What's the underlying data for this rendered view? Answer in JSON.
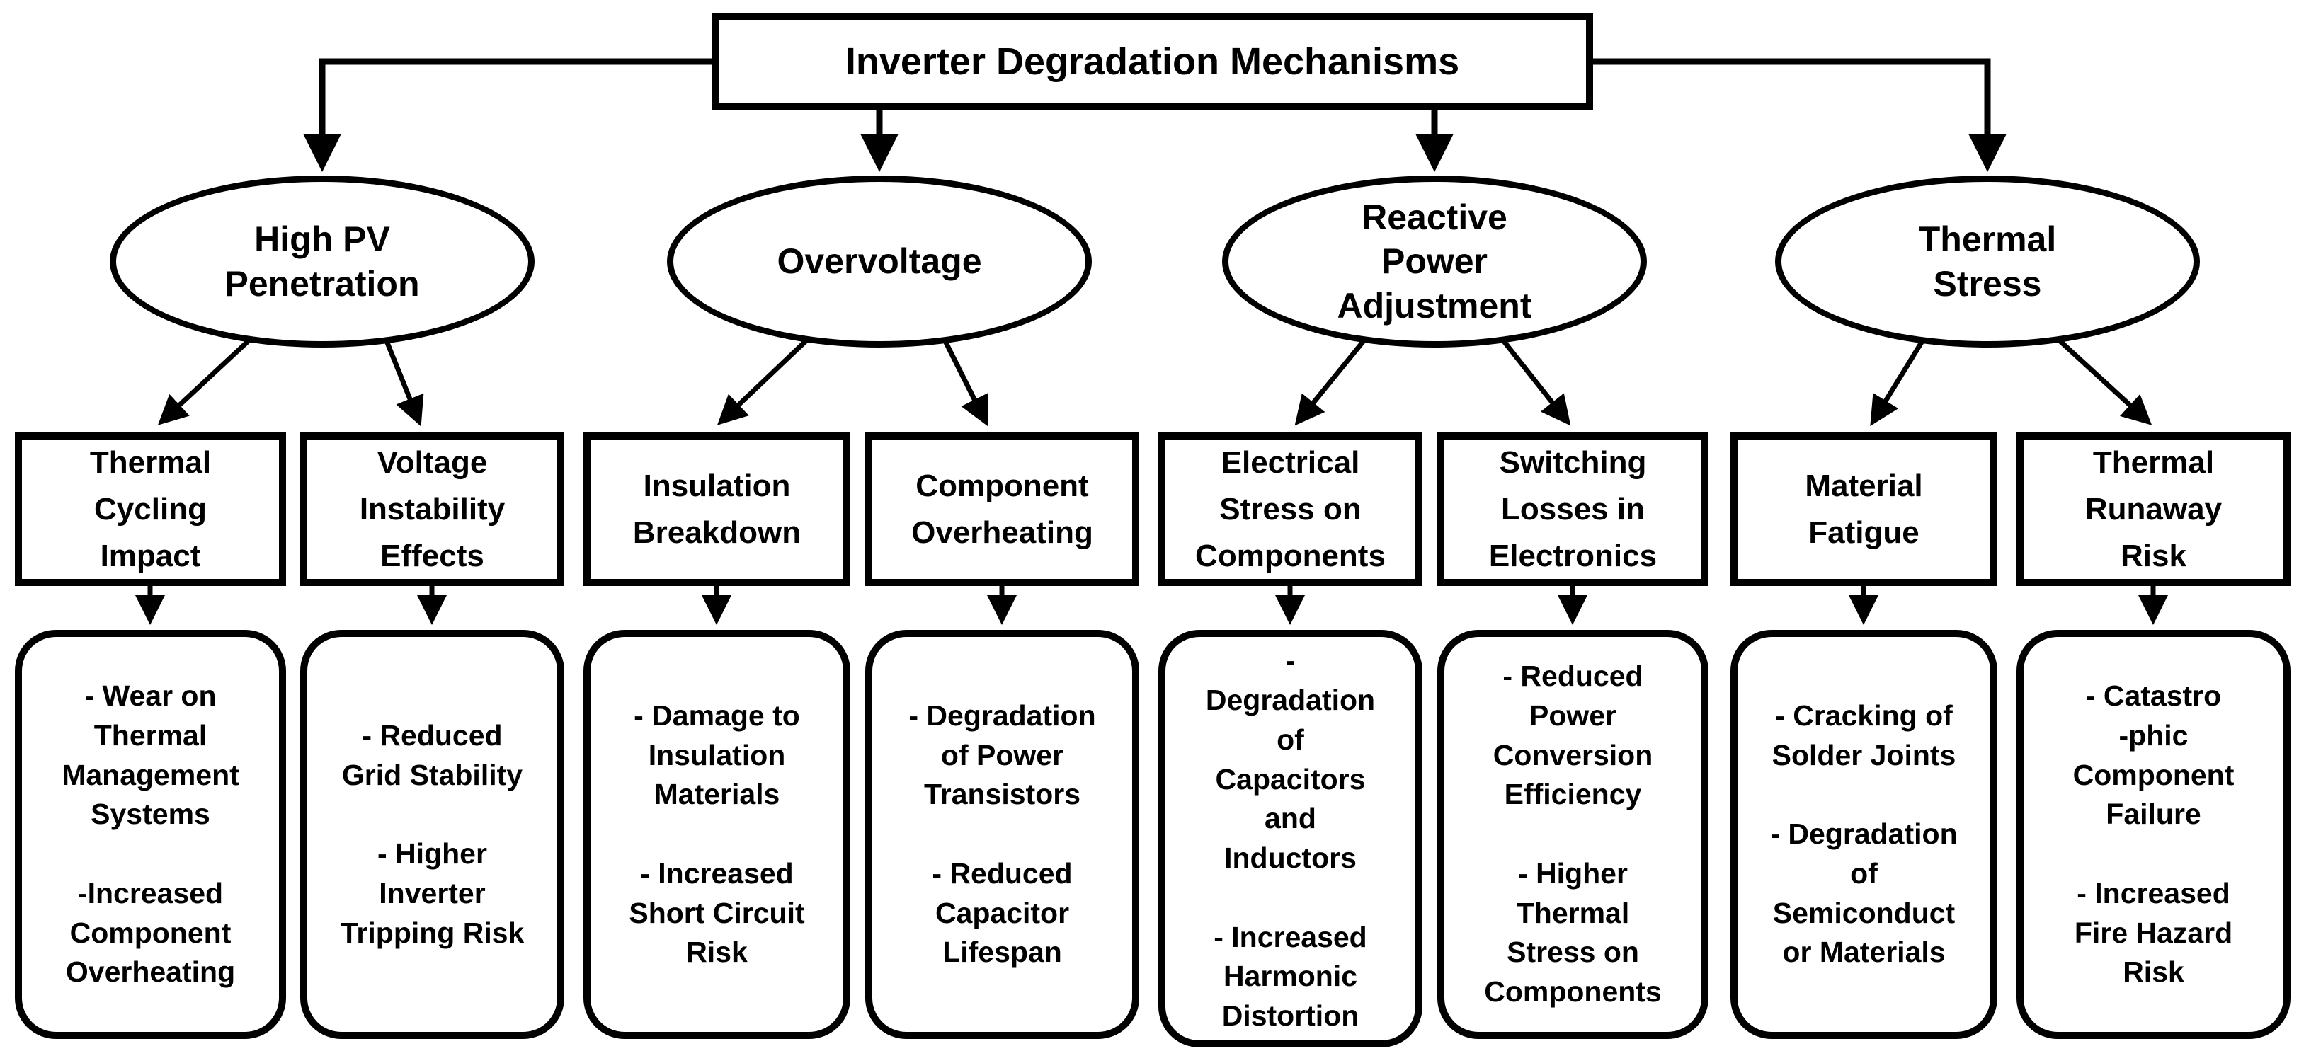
{
  "colors": {
    "ink": "#000000",
    "background": "#ffffff"
  },
  "diagram": {
    "root": {
      "label": "Inverter Degradation Mechanisms"
    },
    "groups": [
      {
        "category": "High PV\nPenetration",
        "children": [
          {
            "mechanism": "Thermal\nCycling\nImpact",
            "effects": "- Wear on\nThermal\nManagement\nSystems\n\n-Increased\nComponent\nOverheating"
          },
          {
            "mechanism": "Voltage\nInstability\nEffects",
            "effects": "- Reduced\nGrid Stability\n\n- Higher\nInverter\nTripping Risk"
          }
        ]
      },
      {
        "category": "Overvoltage",
        "children": [
          {
            "mechanism": "Insulation\nBreakdown",
            "effects": "- Damage to\nInsulation\nMaterials\n\n- Increased\nShort Circuit\nRisk"
          },
          {
            "mechanism": "Component\nOverheating",
            "effects": "- Degradation\nof Power\nTransistors\n\n- Reduced\nCapacitor\nLifespan"
          }
        ]
      },
      {
        "category": "Reactive\nPower\nAdjustment",
        "children": [
          {
            "mechanism": "Electrical\nStress on\nComponents",
            "effects": "-\nDegradation\nof\nCapacitors\nand\nInductors\n\n- Increased\nHarmonic\nDistortion"
          },
          {
            "mechanism": "Switching\nLosses in\nElectronics",
            "effects": "- Reduced\nPower\nConversion\nEfficiency\n\n- Higher\nThermal\nStress on\nComponents"
          }
        ]
      },
      {
        "category": "Thermal\nStress",
        "children": [
          {
            "mechanism": "Material\nFatigue",
            "effects": "- Cracking of\nSolder Joints\n\n- Degradation\nof\nSemiconduct\nor Materials"
          },
          {
            "mechanism": "Thermal\nRunaway\nRisk",
            "effects": "- Catastro\n-phic\nComponent\nFailure\n\n- Increased\nFire Hazard\nRisk"
          }
        ]
      }
    ]
  }
}
